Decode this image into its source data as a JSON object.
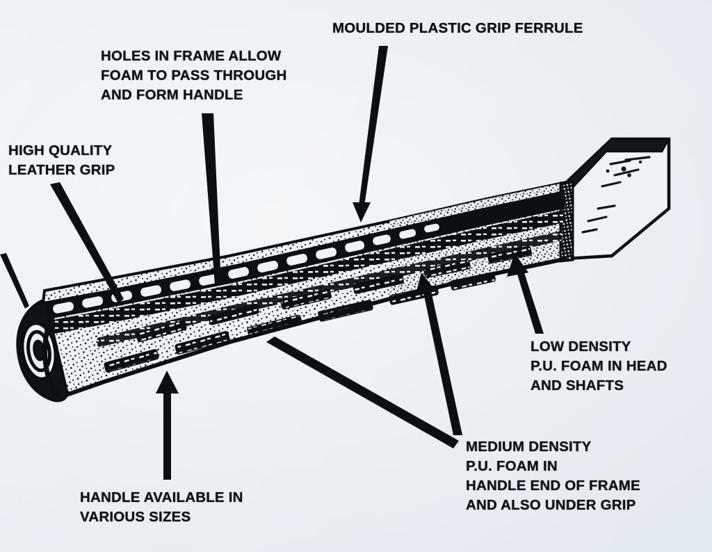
{
  "document": {
    "title": "Racket Construction Cutaway Diagram",
    "subject": "squash racket handle and shaft cutaway",
    "background_color": "#e9eff3",
    "ink_color": "#0b0f12"
  },
  "callouts": [
    {
      "id": "holes-in-frame",
      "text": "HOLES IN FRAME ALLOW\nFOAM TO PASS THROUGH\nAND FORM HANDLE",
      "lines": [
        "HOLES IN FRAME ALLOW",
        "FOAM TO PASS THROUGH",
        "AND FORM HANDLE"
      ],
      "leader": "vertical tapered line pointing down to frame holes"
    },
    {
      "id": "grip-ferrule",
      "text": "MOULDED PLASTIC GRIP FERRULE",
      "lines": [
        "MOULDED PLASTIC GRIP FERRULE"
      ],
      "leader": "vertical arrow pointing down to ferrule"
    },
    {
      "id": "leather-grip",
      "text": "HIGH QUALITY\nLEATHER GRIP",
      "lines": [
        "HIGH QUALITY",
        "LEATHER GRIP"
      ],
      "leader": "diagonal tapered line pointing down-right to grip"
    },
    {
      "id": "low-density-foam",
      "text": "LOW DENSITY\nP.U. FOAM IN HEAD\nAND SHAFTS",
      "lines": [
        "LOW DENSITY",
        "P.U. FOAM IN HEAD",
        "AND SHAFTS"
      ],
      "leader": "arrow pointing up-left into head foam"
    },
    {
      "id": "medium-density-foam",
      "text": "MEDIUM DENSITY\nP.U. FOAM IN\nHANDLE END OF FRAME\nAND ALSO UNDER GRIP",
      "lines": [
        "MEDIUM DENSITY",
        "P.U. FOAM IN",
        "HANDLE END OF FRAME",
        "AND ALSO UNDER GRIP"
      ],
      "leader": "two leaders: arrow up into handle foam and long diagonal to grip underside"
    },
    {
      "id": "handle-sizes",
      "text": "HANDLE AVAILABLE IN\nVARIOUS SIZES",
      "lines": [
        "HANDLE AVAILABLE IN",
        "VARIOUS SIZES"
      ],
      "leader": "arrow pointing up to handle body"
    }
  ]
}
